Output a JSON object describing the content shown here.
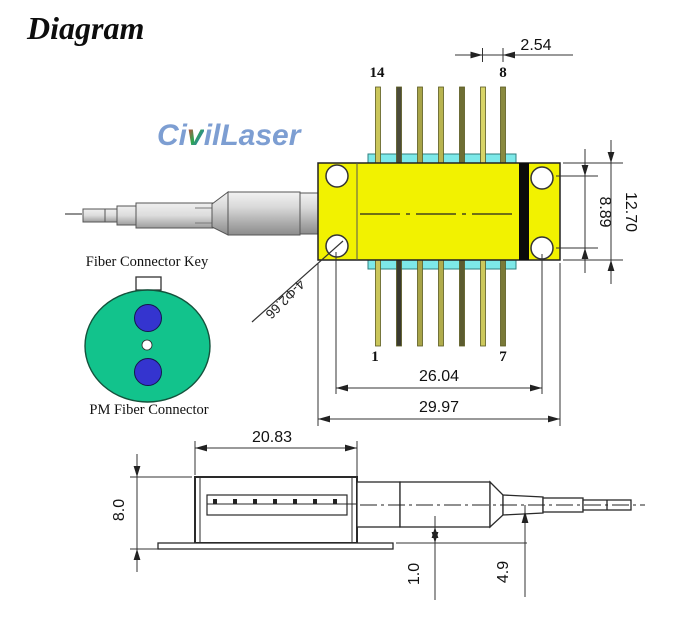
{
  "title": "Diagram",
  "watermark": {
    "part1": "Ci",
    "part2": "v",
    "part3": "ilLaser"
  },
  "top_view": {
    "pin_top_left": "14",
    "pin_top_right": "8",
    "pin_bottom_left": "1",
    "pin_bottom_right": "7",
    "dim_pitch": "2.54",
    "dim_hole_span_v": "8.89",
    "dim_height": "12.70",
    "dim_hole_span_h": "26.04",
    "dim_length": "29.97",
    "dim_holes": "4-Φ2.66"
  },
  "side_view": {
    "dim_length": "20.83",
    "dim_height": "8.0",
    "dim_base": "1.0",
    "dim_fiber": "4.9"
  },
  "connector": {
    "key_label": "Fiber Connector Key",
    "connector_label": "PM Fiber Connector"
  },
  "colors": {
    "package_yellow": "#f2f200",
    "pin_strip_cyan": "#7de9e9",
    "connector_green": "#12c38c",
    "stress_rod_blue": "#3434cf",
    "logo_blue": "#7d9ed2"
  }
}
